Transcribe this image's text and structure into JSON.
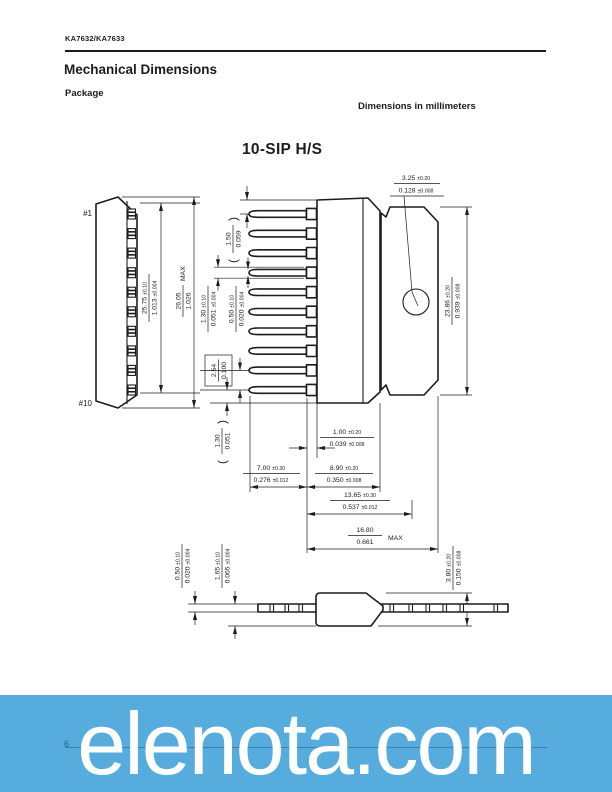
{
  "page": {
    "part_number": "KA7632/KA7633",
    "section_title": "Mechanical Dimensions",
    "subsection": "Package",
    "units_note": "Dimensions in millimeters",
    "package_name": "10-SIP H/S",
    "pin_first": "#1",
    "pin_last": "#10",
    "page_number": "6",
    "watermark": "elenota.com"
  },
  "glyphs": {
    "paren_open": "(",
    "paren_close": ")"
  },
  "colors": {
    "ink": "#1c1c1c",
    "watermark_bg": "#55acdd",
    "watermark_text": "#ffffff",
    "footer_rule": "#3a80b4",
    "page_number_color": "#1e5e94"
  },
  "dims": {
    "body_length": {
      "mm": "25.75",
      "mm_tol": "±0.10",
      "in": "1.013",
      "in_tol": "±0.004"
    },
    "overall_length": {
      "mm": "26.05",
      "in": "1.026",
      "suffix": "MAX"
    },
    "pin1_edge": {
      "mm": "1.50",
      "in": "0.059"
    },
    "lead_width_wide": {
      "mm": "1.30",
      "mm_tol": "±0.10",
      "in": "0.051",
      "in_tol": "±0.004"
    },
    "lead_width": {
      "mm": "0.50",
      "mm_tol": "±0.10",
      "in": "0.020",
      "in_tol": "±0.004"
    },
    "lead_pitch": {
      "mm": "2.54",
      "in": "0.100"
    },
    "hole_dia": {
      "mm": "3.25",
      "mm_tol": "±0.20",
      "in": "0.128",
      "in_tol": "±0.008"
    },
    "body_height": {
      "mm": "23.86",
      "mm_tol": "±0.20",
      "in": "0.939",
      "in_tol": "±0.008"
    },
    "shoulder_depth": {
      "mm": "1.00",
      "mm_tol": "±0.20",
      "in": "0.039",
      "in_tol": "±0.008"
    },
    "lead_length": {
      "mm": "7.00",
      "mm_tol": "±0.30",
      "in": "0.276",
      "in_tol": "±0.012"
    },
    "body_depth": {
      "mm": "8.90",
      "mm_tol": "±0.20",
      "in": "0.350",
      "in_tol": "±0.008"
    },
    "tab_depth": {
      "mm": "13.65",
      "mm_tol": "±0.30",
      "in": "0.537",
      "in_tol": "±0.012"
    },
    "overall_depth": {
      "mm": "16.80",
      "in": "0.661",
      "suffix": "MAX"
    },
    "stand_off": {
      "mm": "1.30",
      "in": "0.051"
    },
    "lead_thickness": {
      "mm": "0.50",
      "mm_tol": "±0.10",
      "in": "0.020",
      "in_tol": "±0.004"
    },
    "tab_thickness": {
      "mm": "1.65",
      "mm_tol": "±0.10",
      "in": "0.065",
      "in_tol": "±0.004"
    },
    "body_thickness": {
      "mm": "3.80",
      "mm_tol": "±0.20",
      "in": "0.150",
      "in_tol": "±0.008"
    }
  }
}
